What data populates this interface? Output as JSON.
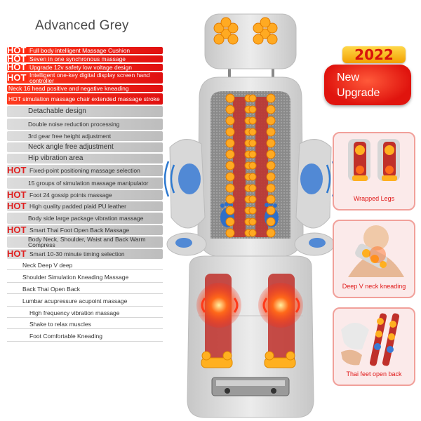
{
  "title": "Advanced Grey",
  "badge": {
    "year": "2022",
    "line1": "New",
    "line2": "Upgrade"
  },
  "features": [
    {
      "hot": "HOT",
      "text": "Full body intelligent Massage Cushion",
      "style": "red"
    },
    {
      "hot": "HOT",
      "text": "Seven in one synchronous massage",
      "style": "red"
    },
    {
      "hot": "HOT",
      "text": "Upgrade 12v safety low voltage design",
      "style": "red"
    },
    {
      "hot": "HOT",
      "text": "Intelligent one-key digital display screen hand controller",
      "style": "red"
    },
    {
      "hot": "",
      "text": "Neck 16 head positive and negative kneading",
      "style": "red"
    },
    {
      "hot": "",
      "text": "HOT simulation massage chair extended massage stroke",
      "style": "red"
    },
    {
      "hot": "",
      "text": "Detachable design",
      "style": "grey"
    },
    {
      "hot": "",
      "text": "Double noise reduction processing",
      "style": "grey"
    },
    {
      "hot": "",
      "text": "3rd gear free height adjustment",
      "style": "grey"
    },
    {
      "hot": "",
      "text": "Neck angle free adjustment",
      "style": "grey"
    },
    {
      "hot": "",
      "text": "Hip vibration area",
      "style": "grey"
    },
    {
      "hot": "HOT",
      "text": "Fixed-point positioning massage selection",
      "style": "grey"
    },
    {
      "hot": "",
      "text": "15 groups of simulation massage manipulator",
      "style": "grey"
    },
    {
      "hot": "HOT",
      "text": "Foot 24 gossip points massage",
      "style": "grey"
    },
    {
      "hot": "HOT",
      "text": "High quality padded plaid PU leather",
      "style": "grey"
    },
    {
      "hot": "",
      "text": "Body side large package vibration massage",
      "style": "grey"
    },
    {
      "hot": "HOT",
      "text": "Smart Thai Foot Open Back Massage",
      "style": "grey"
    },
    {
      "hot": "",
      "text": "Body Neck, Shoulder, Waist and Back Warm Compress",
      "style": "grey"
    },
    {
      "hot": "HOT",
      "text": "Smart 10-30 minute timing selection",
      "style": "grey"
    },
    {
      "hot": "",
      "text": "Neck Deep V deep",
      "style": "white"
    },
    {
      "hot": "",
      "text": "Shoulder Simulation Kneading Massage",
      "style": "white"
    },
    {
      "hot": "",
      "text": "Back Thai Open Back",
      "style": "white"
    },
    {
      "hot": "",
      "text": "Lumbar acupressure acupoint massage",
      "style": "white"
    },
    {
      "hot": "",
      "text": "High frequency vibration massage",
      "style": "white"
    },
    {
      "hot": "",
      "text": "Shake to relax muscles",
      "style": "white"
    },
    {
      "hot": "",
      "text": "Foot Comfortable Kneading",
      "style": "white"
    }
  ],
  "panels": [
    {
      "caption": "Wrapped Legs"
    },
    {
      "caption": "Deep V neck kneading"
    },
    {
      "caption": "Thai feet open back"
    }
  ],
  "colors": {
    "hot_red": "#e02020",
    "row_red": "#ff2a10",
    "badge_gold": "#f2a000",
    "node_orange": "#ffaa22",
    "foot_blue": "#3a7bd5",
    "heat_red": "#ff3a1a",
    "cushion_grey": "#dcdcdc"
  }
}
